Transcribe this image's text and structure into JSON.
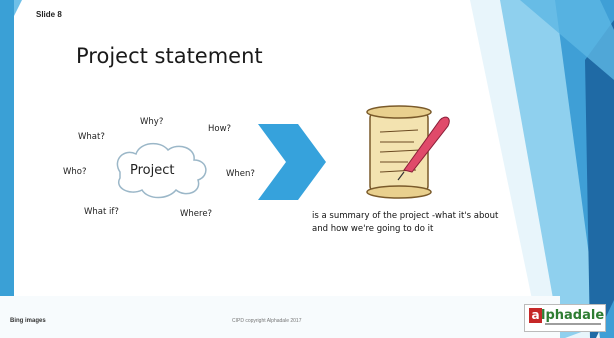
{
  "slide": {
    "number_label": "Slide 8",
    "title": "Project statement",
    "questions": [
      "Why?",
      "What?",
      "How?",
      "Who?",
      "When?",
      "What if?",
      "Where?"
    ],
    "center_label": "Project",
    "summary": "is a summary of the project -what it's about and how we're going to do it",
    "footer_left": "Bing images",
    "footer_mid": "CIPD copyright    Alphadale 2017",
    "logo_letter": "a",
    "logo_text": "lphadale"
  },
  "colors": {
    "accent_blue": "#36a2dc",
    "light_blue": "#7ec8ec",
    "dark_blue": "#1a5e96",
    "logo_green": "#2e7d32",
    "logo_red": "#c62828"
  }
}
